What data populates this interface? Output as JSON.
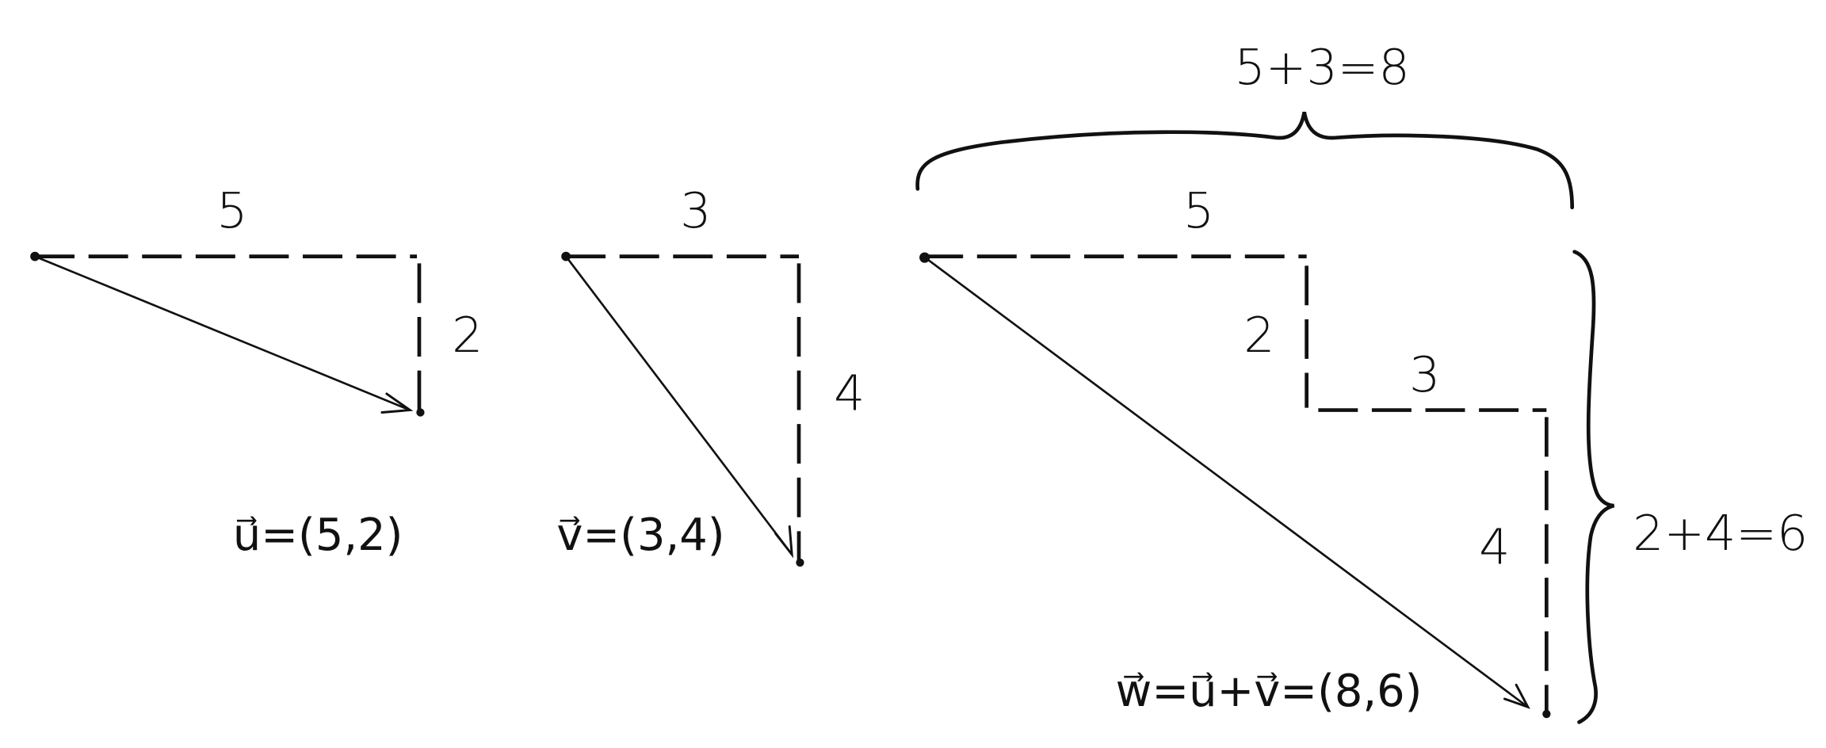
{
  "vector_u": {
    "horizontal_label": "5",
    "vertical_label": "2",
    "caption": "u⃗=(5,2)"
  },
  "vector_v": {
    "horizontal_label": "3",
    "vertical_label": "4",
    "caption": "v⃗=(3,4)"
  },
  "vector_w": {
    "first_horizontal_label": "5",
    "first_vertical_label": "2",
    "second_horizontal_label": "3",
    "second_vertical_label": "4",
    "top_brace_label": "5+3=8",
    "right_brace_label": "2+4=6",
    "caption": "w⃗=u⃗+v⃗=(8,6)"
  }
}
